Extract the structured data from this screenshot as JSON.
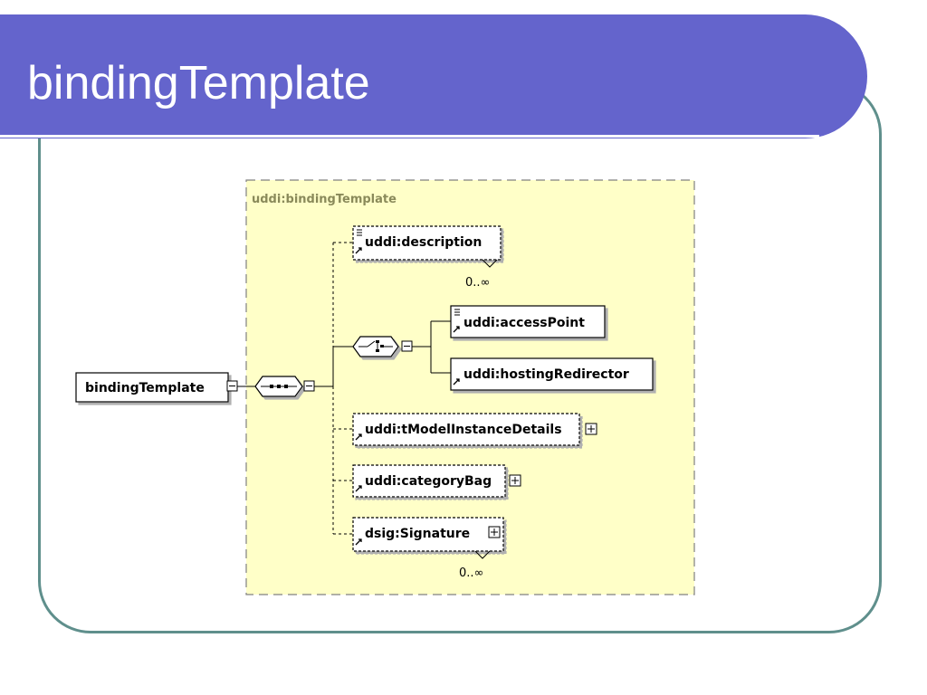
{
  "slide": {
    "title": "bindingTemplate",
    "colors": {
      "title_bar": "#6464cc",
      "frame": "#5f8f8c",
      "diagram_bg": "#ffffc8"
    }
  },
  "diagram": {
    "group_label": "uddi:bindingTemplate",
    "root": {
      "label": "bindingTemplate"
    },
    "sequence_compositor": "sequence",
    "choice_compositor": "choice",
    "children": [
      {
        "label": "uddi:description",
        "occurrence": "0..∞",
        "optional": true
      },
      {
        "label": "uddi:accessPoint",
        "optional": false
      },
      {
        "label": "uddi:hostingRedirector",
        "optional": false
      },
      {
        "label": "uddi:tModelInstanceDetails",
        "optional": true
      },
      {
        "label": "uddi:categoryBag",
        "optional": true
      },
      {
        "label": "dsig:Signature",
        "occurrence": "0..∞",
        "optional": true
      }
    ]
  }
}
